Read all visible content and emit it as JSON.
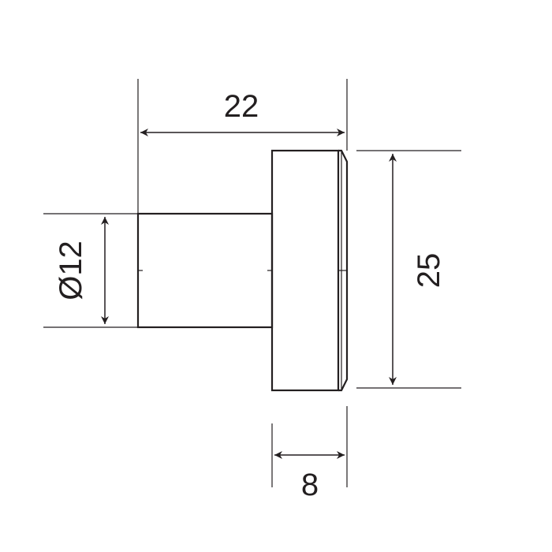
{
  "diagram": {
    "dimensions": {
      "overall_length": "22",
      "shaft_diameter": "Ø12",
      "head_diameter": "25",
      "head_thickness": "8"
    },
    "colors": {
      "line": "#231f20",
      "background": "#ffffff"
    }
  }
}
